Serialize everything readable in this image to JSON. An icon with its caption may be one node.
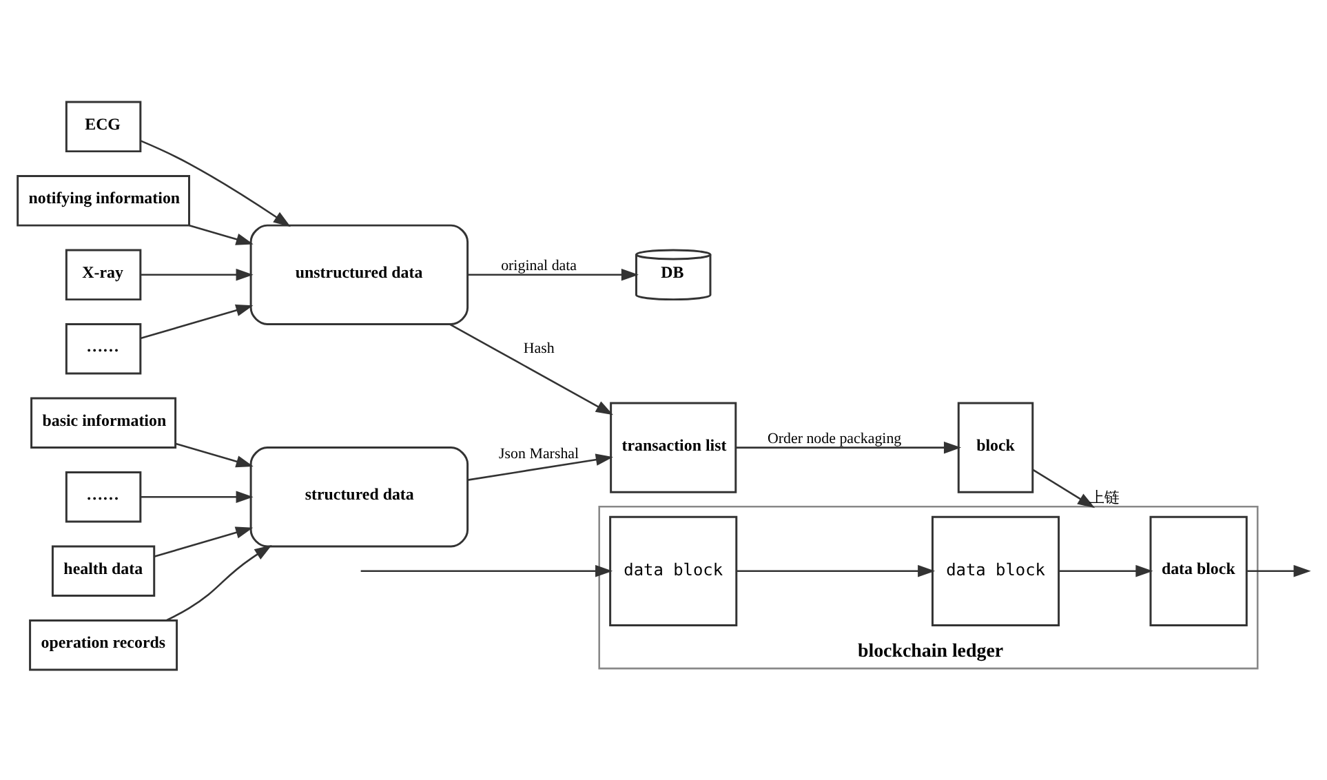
{
  "diagram": {
    "nodes": [
      {
        "text": [
          "basic information"
        ]
      },
      {
        "text": [
          "health data"
        ]
      },
      {
        "text": [
          "operation records"
        ]
      },
      {
        "text": [
          "……"
        ]
      },
      {
        "text": [
          "structured data"
        ]
      },
      {
        "text": [
          "transaction list"
        ]
      },
      {
        "text": [
          "block"
        ]
      },
      {
        "text": [
          "ECG"
        ]
      },
      {
        "text": [
          "notifying information"
        ]
      },
      {
        "text": [
          "X-ray"
        ]
      },
      {
        "text": [
          "……"
        ]
      },
      {
        "text": [
          "unstructured data"
        ]
      },
      {
        "text": [
          "DB"
        ]
      },
      {
        "text": [
          "blockchain ledger"
        ]
      },
      {
        "text": [
          "data block"
        ],
        "in": 13
      },
      {
        "text": [
          "data block"
        ],
        "in": 13
      },
      {
        "text": [
          "data block"
        ],
        "in": 13
      }
    ],
    "edges": [
      {
        "from": 0,
        "to": 4,
        "arrow": "to"
      },
      {
        "from": 1,
        "to": 4,
        "arrow": "to"
      },
      {
        "from": 2,
        "to": 4,
        "arrow": "to"
      },
      {
        "from": 3,
        "to": 4,
        "arrow": "to"
      },
      {
        "from": 4,
        "to": 5,
        "arrow": "to",
        "label": "Json Marshal"
      },
      {
        "from": 11,
        "to": 5,
        "arrow": "to",
        "label": "Hash"
      },
      {
        "from": 5,
        "to": 6,
        "arrow": "to",
        "label": "Order node packaging"
      },
      {
        "from": 6,
        "to": 13,
        "arrow": "to",
        "label": "上链"
      },
      {
        "from": 7,
        "to": 11,
        "arrow": "to"
      },
      {
        "from": 8,
        "to": 11,
        "arrow": "to"
      },
      {
        "from": 9,
        "to": 11,
        "arrow": "to"
      },
      {
        "from": 10,
        "to": 11,
        "arrow": "to"
      },
      {
        "from": 11,
        "to": 12,
        "arrow": "to",
        "label": "original data"
      },
      {
        "from": null,
        "to": 16,
        "arrow": "to"
      },
      {
        "from": 16,
        "to": 15,
        "arrow": "to"
      },
      {
        "from": 15,
        "to": 14,
        "arrow": "to"
      },
      {
        "from": 14,
        "to": null,
        "arrow": "to"
      }
    ]
  }
}
